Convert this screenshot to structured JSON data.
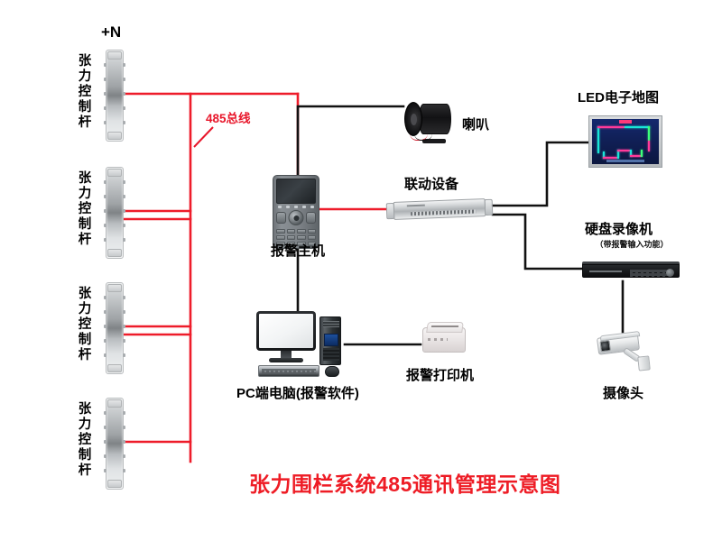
{
  "diagram": {
    "title": "张力围栏系统485通讯管理示意图",
    "title_color": "#ee1c25",
    "bus_label": "485总线",
    "bus_color": "#e8162a",
    "power_label": "+N",
    "background": "#ffffff"
  },
  "poles": [
    {
      "label": "张力控制杆",
      "name": "tension-control-pole-1"
    },
    {
      "label": "张力控制杆",
      "name": "tension-control-pole-2"
    },
    {
      "label": "张力控制杆",
      "name": "tension-control-pole-3"
    },
    {
      "label": "张力控制杆",
      "name": "tension-control-pole-4"
    }
  ],
  "devices": {
    "alarm_host": {
      "label": "报警主机",
      "icon": "alarm-host-keypad-icon"
    },
    "horn": {
      "label": "喇叭",
      "icon": "horn-speaker-icon"
    },
    "linkage": {
      "label": "联动设备",
      "icon": "rack-unit-icon"
    },
    "led_map": {
      "label": "LED电子地图",
      "icon": "led-display-panel-icon"
    },
    "dvr": {
      "label": "硬盘录像机",
      "sub_label": "（带报警输入功能）",
      "icon": "dvr-icon"
    },
    "camera": {
      "label": "摄像头",
      "icon": "bullet-camera-icon"
    },
    "pc": {
      "label": "PC端电脑(报警软件)",
      "icon": "desktop-computer-icon"
    },
    "printer": {
      "label": "报警打印机",
      "icon": "printer-icon"
    }
  },
  "wires": {
    "bus_color": "#ee1c2a",
    "signal_color": "#111111"
  }
}
